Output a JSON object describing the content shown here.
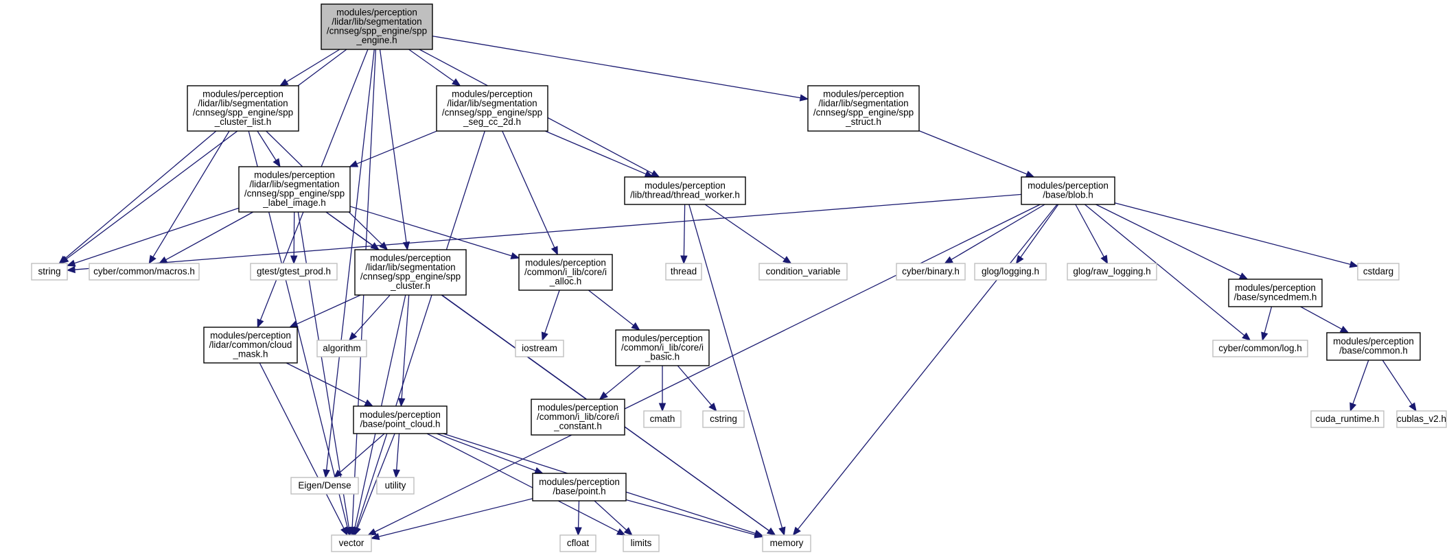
{
  "graph": {
    "colors": {
      "edge": "#191970",
      "root_fill": "#bfbfbf",
      "node_border": "#000000",
      "external_border": "#bfbfbf",
      "background": "#ffffff"
    },
    "nodes": [
      {
        "id": "spp_engine",
        "kind": "root",
        "lines": [
          "modules/perception",
          "/lidar/lib/segmentation",
          "/cnnseg/spp_engine/spp",
          "_engine.h"
        ]
      },
      {
        "id": "spp_cluster_list",
        "kind": "file",
        "lines": [
          "modules/perception",
          "/lidar/lib/segmentation",
          "/cnnseg/spp_engine/spp",
          "_cluster_list.h"
        ]
      },
      {
        "id": "spp_seg_cc_2d",
        "kind": "file",
        "lines": [
          "modules/perception",
          "/lidar/lib/segmentation",
          "/cnnseg/spp_engine/spp",
          "_seg_cc_2d.h"
        ]
      },
      {
        "id": "spp_struct",
        "kind": "file",
        "lines": [
          "modules/perception",
          "/lidar/lib/segmentation",
          "/cnnseg/spp_engine/spp",
          "_struct.h"
        ]
      },
      {
        "id": "spp_label_image",
        "kind": "file",
        "lines": [
          "modules/perception",
          "/lidar/lib/segmentation",
          "/cnnseg/spp_engine/spp",
          "_label_image.h"
        ]
      },
      {
        "id": "thread_worker",
        "kind": "file",
        "lines": [
          "modules/perception",
          "/lib/thread/thread_worker.h"
        ]
      },
      {
        "id": "blob",
        "kind": "file",
        "lines": [
          "modules/perception",
          "/base/blob.h"
        ]
      },
      {
        "id": "spp_cluster",
        "kind": "file",
        "lines": [
          "modules/perception",
          "/lidar/lib/segmentation",
          "/cnnseg/spp_engine/spp",
          "_cluster.h"
        ]
      },
      {
        "id": "i_alloc",
        "kind": "file",
        "lines": [
          "modules/perception",
          "/common/i_lib/core/i",
          "_alloc.h"
        ]
      },
      {
        "id": "syncedmem",
        "kind": "file",
        "lines": [
          "modules/perception",
          "/base/syncedmem.h"
        ]
      },
      {
        "id": "cloud_mask",
        "kind": "file",
        "lines": [
          "modules/perception",
          "/lidar/common/cloud",
          "_mask.h"
        ]
      },
      {
        "id": "i_basic",
        "kind": "file",
        "lines": [
          "modules/perception",
          "/common/i_lib/core/i",
          "_basic.h"
        ]
      },
      {
        "id": "base_common",
        "kind": "file",
        "lines": [
          "modules/perception",
          "/base/common.h"
        ]
      },
      {
        "id": "i_constant",
        "kind": "file",
        "lines": [
          "modules/perception",
          "/common/i_lib/core/i",
          "_constant.h"
        ]
      },
      {
        "id": "point_cloud",
        "kind": "file",
        "lines": [
          "modules/perception",
          "/base/point_cloud.h"
        ]
      },
      {
        "id": "point",
        "kind": "file",
        "lines": [
          "modules/perception",
          "/base/point.h"
        ]
      },
      {
        "id": "string",
        "kind": "external",
        "lines": [
          "string"
        ]
      },
      {
        "id": "macros",
        "kind": "external",
        "lines": [
          "cyber/common/macros.h"
        ]
      },
      {
        "id": "gtest_prod",
        "kind": "external",
        "lines": [
          "gtest/gtest_prod.h"
        ]
      },
      {
        "id": "thread",
        "kind": "external",
        "lines": [
          "thread"
        ]
      },
      {
        "id": "condition_variable",
        "kind": "external",
        "lines": [
          "condition_variable"
        ]
      },
      {
        "id": "cyber_binary",
        "kind": "external",
        "lines": [
          "cyber/binary.h"
        ]
      },
      {
        "id": "glog_logging",
        "kind": "external",
        "lines": [
          "glog/logging.h"
        ]
      },
      {
        "id": "glog_raw_logging",
        "kind": "external",
        "lines": [
          "glog/raw_logging.h"
        ]
      },
      {
        "id": "cstdarg",
        "kind": "external",
        "lines": [
          "cstdarg"
        ]
      },
      {
        "id": "algorithm",
        "kind": "external",
        "lines": [
          "algorithm"
        ]
      },
      {
        "id": "iostream",
        "kind": "external",
        "lines": [
          "iostream"
        ]
      },
      {
        "id": "cyber_log",
        "kind": "external",
        "lines": [
          "cyber/common/log.h"
        ]
      },
      {
        "id": "cmath",
        "kind": "external",
        "lines": [
          "cmath"
        ]
      },
      {
        "id": "cstring",
        "kind": "external",
        "lines": [
          "cstring"
        ]
      },
      {
        "id": "cuda_runtime",
        "kind": "external",
        "lines": [
          "cuda_runtime.h"
        ]
      },
      {
        "id": "cublas_v2",
        "kind": "external",
        "lines": [
          "cublas_v2.h"
        ]
      },
      {
        "id": "eigen_dense",
        "kind": "external",
        "lines": [
          "Eigen/Dense"
        ]
      },
      {
        "id": "utility",
        "kind": "external",
        "lines": [
          "utility"
        ]
      },
      {
        "id": "vector",
        "kind": "external",
        "lines": [
          "vector"
        ]
      },
      {
        "id": "cfloat",
        "kind": "external",
        "lines": [
          "cfloat"
        ]
      },
      {
        "id": "limits",
        "kind": "external",
        "lines": [
          "limits"
        ]
      },
      {
        "id": "memory",
        "kind": "external",
        "lines": [
          "memory"
        ]
      }
    ],
    "edges": [
      [
        "spp_engine",
        "spp_cluster_list"
      ],
      [
        "spp_engine",
        "spp_seg_cc_2d"
      ],
      [
        "spp_engine",
        "spp_struct"
      ],
      [
        "spp_engine",
        "thread_worker"
      ],
      [
        "spp_engine",
        "spp_cluster"
      ],
      [
        "spp_engine",
        "string"
      ],
      [
        "spp_engine",
        "cloud_mask"
      ],
      [
        "spp_engine",
        "eigen_dense"
      ],
      [
        "spp_engine",
        "vector"
      ],
      [
        "spp_cluster_list",
        "spp_label_image"
      ],
      [
        "spp_cluster_list",
        "spp_cluster"
      ],
      [
        "spp_cluster_list",
        "string"
      ],
      [
        "spp_cluster_list",
        "macros"
      ],
      [
        "spp_cluster_list",
        "vector"
      ],
      [
        "spp_seg_cc_2d",
        "spp_label_image"
      ],
      [
        "spp_seg_cc_2d",
        "thread_worker"
      ],
      [
        "spp_seg_cc_2d",
        "i_alloc"
      ],
      [
        "spp_seg_cc_2d",
        "vector"
      ],
      [
        "spp_struct",
        "blob"
      ],
      [
        "spp_label_image",
        "spp_cluster"
      ],
      [
        "spp_label_image",
        "string"
      ],
      [
        "spp_label_image",
        "macros"
      ],
      [
        "spp_label_image",
        "gtest_prod"
      ],
      [
        "spp_label_image",
        "i_alloc"
      ],
      [
        "spp_label_image",
        "memory"
      ],
      [
        "spp_label_image",
        "vector"
      ],
      [
        "thread_worker",
        "thread"
      ],
      [
        "thread_worker",
        "condition_variable"
      ],
      [
        "thread_worker",
        "memory"
      ],
      [
        "blob",
        "string"
      ],
      [
        "blob",
        "cyber_binary"
      ],
      [
        "blob",
        "glog_logging"
      ],
      [
        "blob",
        "glog_raw_logging"
      ],
      [
        "blob",
        "syncedmem"
      ],
      [
        "blob",
        "cstdarg"
      ],
      [
        "blob",
        "cyber_log"
      ],
      [
        "blob",
        "memory"
      ],
      [
        "blob",
        "vector"
      ],
      [
        "spp_cluster",
        "cloud_mask"
      ],
      [
        "spp_cluster",
        "algorithm"
      ],
      [
        "spp_cluster",
        "point_cloud"
      ],
      [
        "spp_cluster",
        "memory"
      ],
      [
        "spp_cluster",
        "vector"
      ],
      [
        "i_alloc",
        "iostream"
      ],
      [
        "i_alloc",
        "i_basic"
      ],
      [
        "syncedmem",
        "cyber_log"
      ],
      [
        "syncedmem",
        "base_common"
      ],
      [
        "cloud_mask",
        "point_cloud"
      ],
      [
        "cloud_mask",
        "vector"
      ],
      [
        "i_basic",
        "i_constant"
      ],
      [
        "i_basic",
        "cmath"
      ],
      [
        "i_basic",
        "cstring"
      ],
      [
        "base_common",
        "cuda_runtime"
      ],
      [
        "base_common",
        "cublas_v2"
      ],
      [
        "point_cloud",
        "eigen_dense"
      ],
      [
        "point_cloud",
        "utility"
      ],
      [
        "point_cloud",
        "vector"
      ],
      [
        "point_cloud",
        "point"
      ],
      [
        "point_cloud",
        "limits"
      ],
      [
        "point_cloud",
        "memory"
      ],
      [
        "point",
        "vector"
      ],
      [
        "point",
        "cfloat"
      ],
      [
        "point",
        "limits"
      ],
      [
        "point",
        "memory"
      ]
    ]
  }
}
